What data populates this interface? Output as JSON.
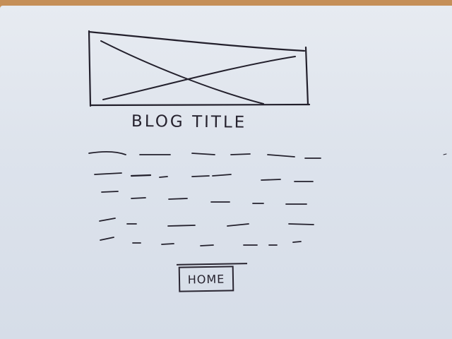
{
  "blog": {
    "title": "BLOG TITLE",
    "image_placeholder_icon": "crossed-box-image-placeholder",
    "text_line_count": 5
  },
  "nav": {
    "home_label": "HOME"
  },
  "colors": {
    "paper": "#e4e8ef",
    "ink": "#23202c",
    "table_wood": "#c58f58"
  }
}
